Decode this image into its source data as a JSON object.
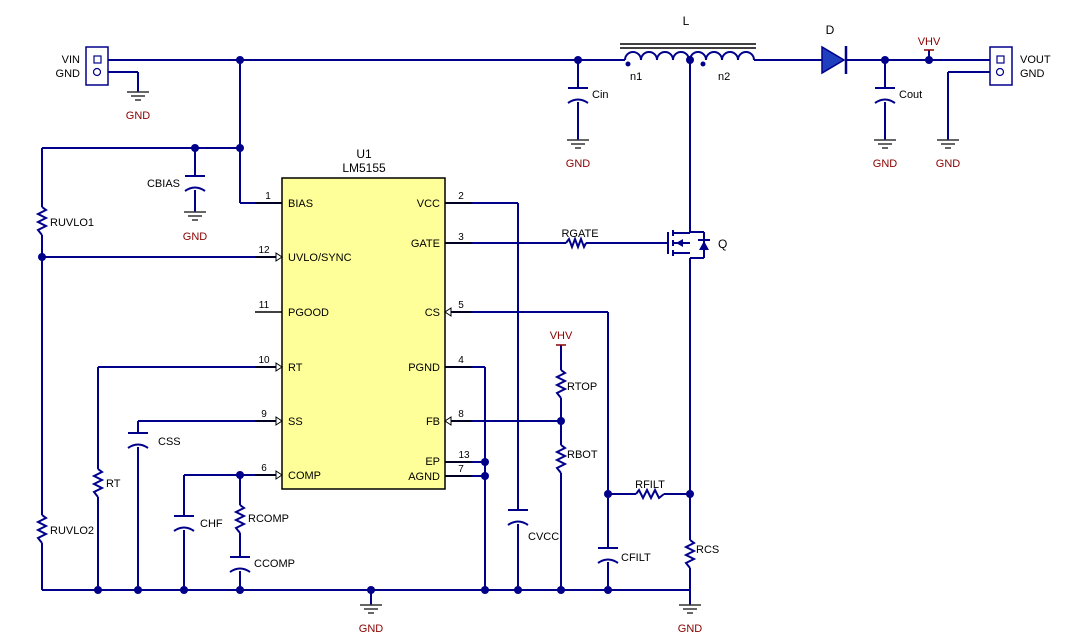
{
  "ic": {
    "ref": "U1",
    "part": "LM5155",
    "body_color": "#ffff99"
  },
  "pins": {
    "bias": {
      "num": "1",
      "name": "BIAS"
    },
    "uvlo": {
      "num": "12",
      "name": "UVLO/SYNC"
    },
    "pgood": {
      "num": "11",
      "name": "PGOOD"
    },
    "rt": {
      "num": "10",
      "name": "RT"
    },
    "ss": {
      "num": "9",
      "name": "SS"
    },
    "comp": {
      "num": "6",
      "name": "COMP"
    },
    "vcc": {
      "num": "2",
      "name": "VCC"
    },
    "gate": {
      "num": "3",
      "name": "GATE"
    },
    "cs": {
      "num": "5",
      "name": "CS"
    },
    "pgnd": {
      "num": "4",
      "name": "PGND"
    },
    "fb": {
      "num": "8",
      "name": "FB"
    },
    "ep": {
      "num": "13",
      "name": "EP"
    },
    "agnd": {
      "num": "7",
      "name": "AGND"
    }
  },
  "components": {
    "L": "L",
    "n1": "n1",
    "n2": "n2",
    "D": "D",
    "Q": "Q",
    "Cin": "Cin",
    "Cout": "Cout",
    "CBIAS": "CBIAS",
    "RUVLO1": "RUVLO1",
    "RUVLO2": "RUVLO2",
    "RT": "RT",
    "CSS": "CSS",
    "CHF": "CHF",
    "RCOMP": "RCOMP",
    "CCOMP": "CCOMP",
    "CVCC": "CVCC",
    "RGATE": "RGATE",
    "RTOP": "RTOP",
    "RBOT": "RBOT",
    "RFILT": "RFILT",
    "CFILT": "CFILT",
    "RCS": "RCS"
  },
  "connectors": {
    "vin": [
      "VIN",
      "GND"
    ],
    "vout": [
      "VOUT",
      "GND"
    ]
  },
  "nets": {
    "gnd": "GND",
    "vhv": "VHV"
  },
  "colors": {
    "wire": "#00008b",
    "ground_label": "#8b0000",
    "diode": "#1f3fbf"
  }
}
